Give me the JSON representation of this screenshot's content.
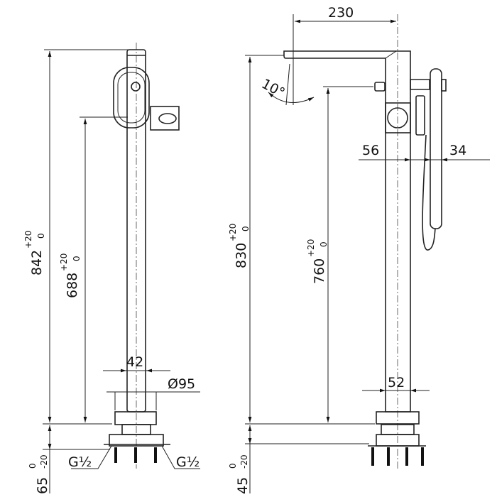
{
  "left_view": {
    "height_total": {
      "value": "842",
      "tol_upper": "+20",
      "tol_lower": "0"
    },
    "height_outlet": {
      "value": "688",
      "tol_upper": "+20",
      "tol_lower": "0"
    },
    "base_height": {
      "value": "65",
      "tol_upper": "0",
      "tol_lower": "-20"
    },
    "pipe_diameter": "42",
    "base_diameter": "Ø95",
    "thread_left": "G½",
    "thread_right": "G½"
  },
  "right_view": {
    "spout_reach": "230",
    "spout_angle": "10°",
    "height_total": {
      "value": "830",
      "tol_upper": "+20",
      "tol_lower": "0"
    },
    "height_outlet": {
      "value": "760",
      "tol_upper": "+20",
      "tol_lower": "0"
    },
    "base_height": {
      "value": "45",
      "tol_upper": "0",
      "tol_lower": "-20"
    },
    "body_offset": "56",
    "shower_offset": "34",
    "pipe_width": "52"
  }
}
